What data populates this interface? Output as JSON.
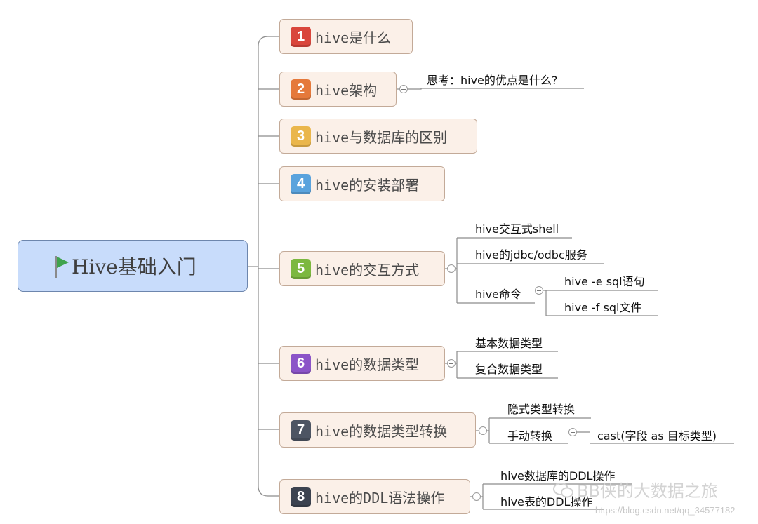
{
  "root": {
    "title": "Hive基础入门",
    "icon": "green-flag-icon"
  },
  "topics": [
    {
      "num": "1",
      "label": "hive是什么",
      "color": "#d9463c"
    },
    {
      "num": "2",
      "label": "hive架构",
      "color": "#e5793b",
      "subtopics": [
        "思考：hive的优点是什么?"
      ]
    },
    {
      "num": "3",
      "label": "hive与数据库的区别",
      "color": "#eab64b"
    },
    {
      "num": "4",
      "label": "hive的安装部署",
      "color": "#5aa3dd"
    },
    {
      "num": "5",
      "label": "hive的交互方式",
      "color": "#7cb83f",
      "subtopics": [
        "hive交互式shell",
        "hive的jdbc/odbc服务",
        "hive命令"
      ],
      "hive_command_children": [
        "hive -e sql语句",
        "hive -f sql文件"
      ]
    },
    {
      "num": "6",
      "label": "hive的数据类型",
      "color": "#8b54c8",
      "subtopics": [
        "基本数据类型",
        "复合数据类型"
      ]
    },
    {
      "num": "7",
      "label": "hive的数据类型转换",
      "color": "#4d5563",
      "subtopics": [
        "隐式类型转换",
        "手动转换"
      ],
      "manual_children": [
        "cast(字段 as 目标类型)"
      ]
    },
    {
      "num": "8",
      "label": "hive的DDL语法操作",
      "color": "#3c4350",
      "subtopics": [
        "hive数据库的DDL操作",
        "hive表的DDL操作"
      ]
    }
  ],
  "watermark": {
    "text": "BB侠的大数据之旅",
    "url": "https://blog.csdn.net/qq_34577182"
  }
}
